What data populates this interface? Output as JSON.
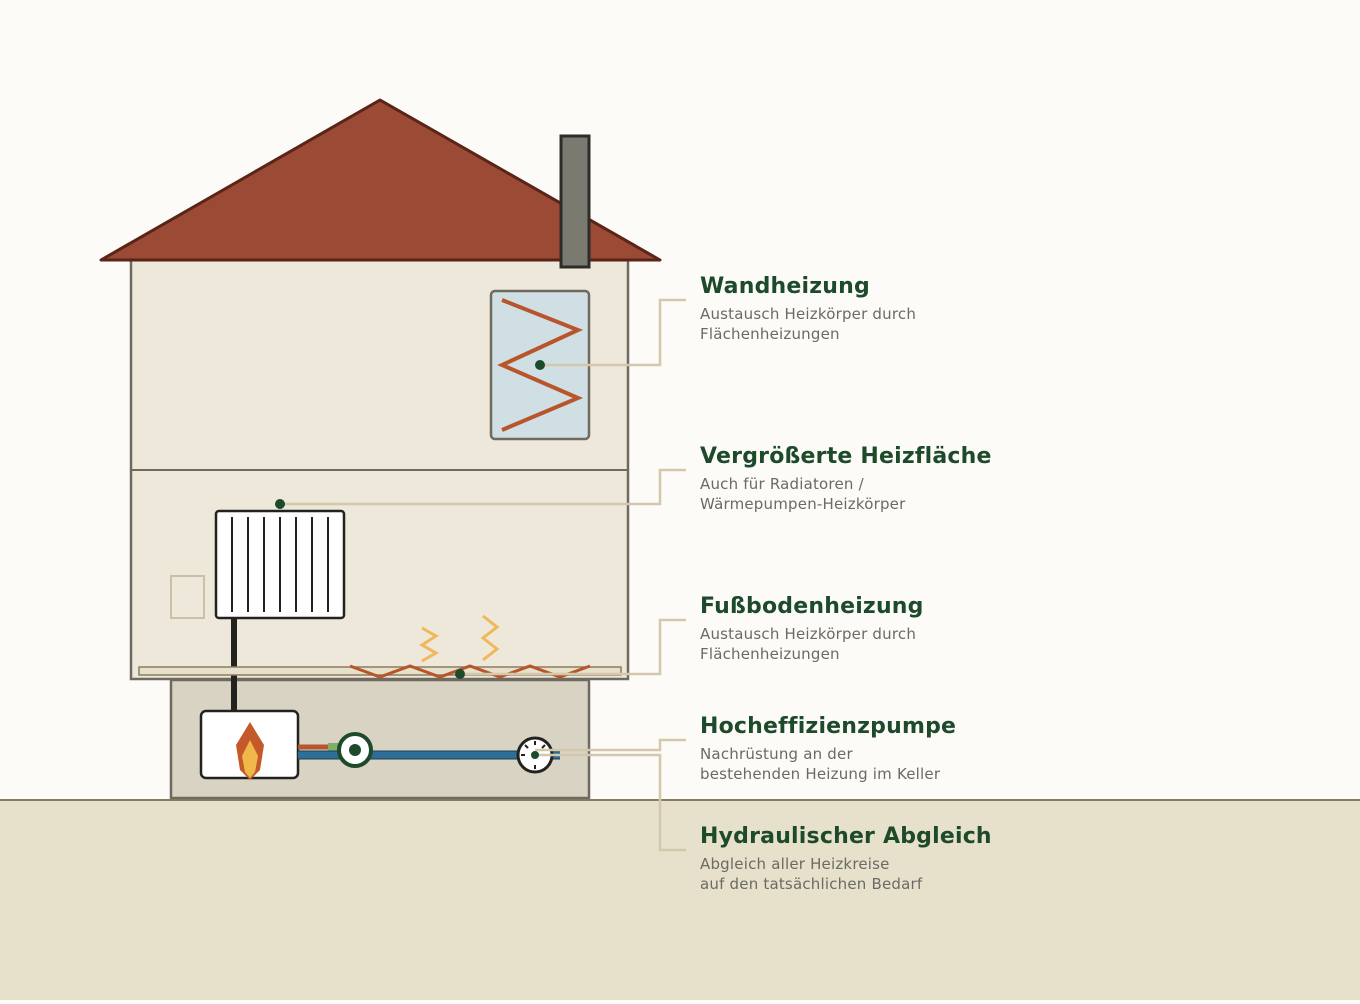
{
  "colors": {
    "background": "#fcfbf7",
    "ground": "#e7e0ca",
    "ground_line": "#8a7d5e",
    "roof": "#9b4a35",
    "roof_stroke": "#5a2418",
    "wall": "#eee8da",
    "wall_stroke": "#6e6a60",
    "basement": "#d9d3c3",
    "chimney": "#7a7a70",
    "pipe_red": "#b8552b",
    "pipe_blue": "#2f6e98",
    "flame_outer": "#c45a2a",
    "flame_inner": "#f0b84a",
    "heat_wave": "#f0b85a",
    "callout_line": "#d3c8ab",
    "callout_dot": "#1e4a2c",
    "heading": "#1e4a2c",
    "body_text": "#6a6a66"
  },
  "icons": [
    "roof",
    "chimney",
    "wall-heating-panel",
    "radiator",
    "boiler-flame-icon",
    "high-efficiency-pump",
    "balancing-valve",
    "underfloor-heating-pipe",
    "heat-wave-icon"
  ],
  "callouts": [
    {
      "title": "Wandheizung",
      "lines": [
        "Austausch Heizkörper durch",
        "Flächenheizungen"
      ]
    },
    {
      "title": "Vergrößerte Heizfläche",
      "lines": [
        "Auch für Radiatoren /",
        "Wärmepumpen-Heizkörper"
      ]
    },
    {
      "title": "Fußbodenheizung",
      "lines": [
        "Austausch Heizkörper durch",
        "Flächenheizungen"
      ]
    },
    {
      "title": "Hocheffizienzpumpe",
      "lines": [
        "Nachrüstung an der",
        "bestehenden Heizung im Keller"
      ]
    },
    {
      "title": "Hydraulischer Abgleich",
      "lines": [
        "Abgleich aller Heizkreise",
        "auf den tatsächlichen Bedarf"
      ]
    }
  ]
}
